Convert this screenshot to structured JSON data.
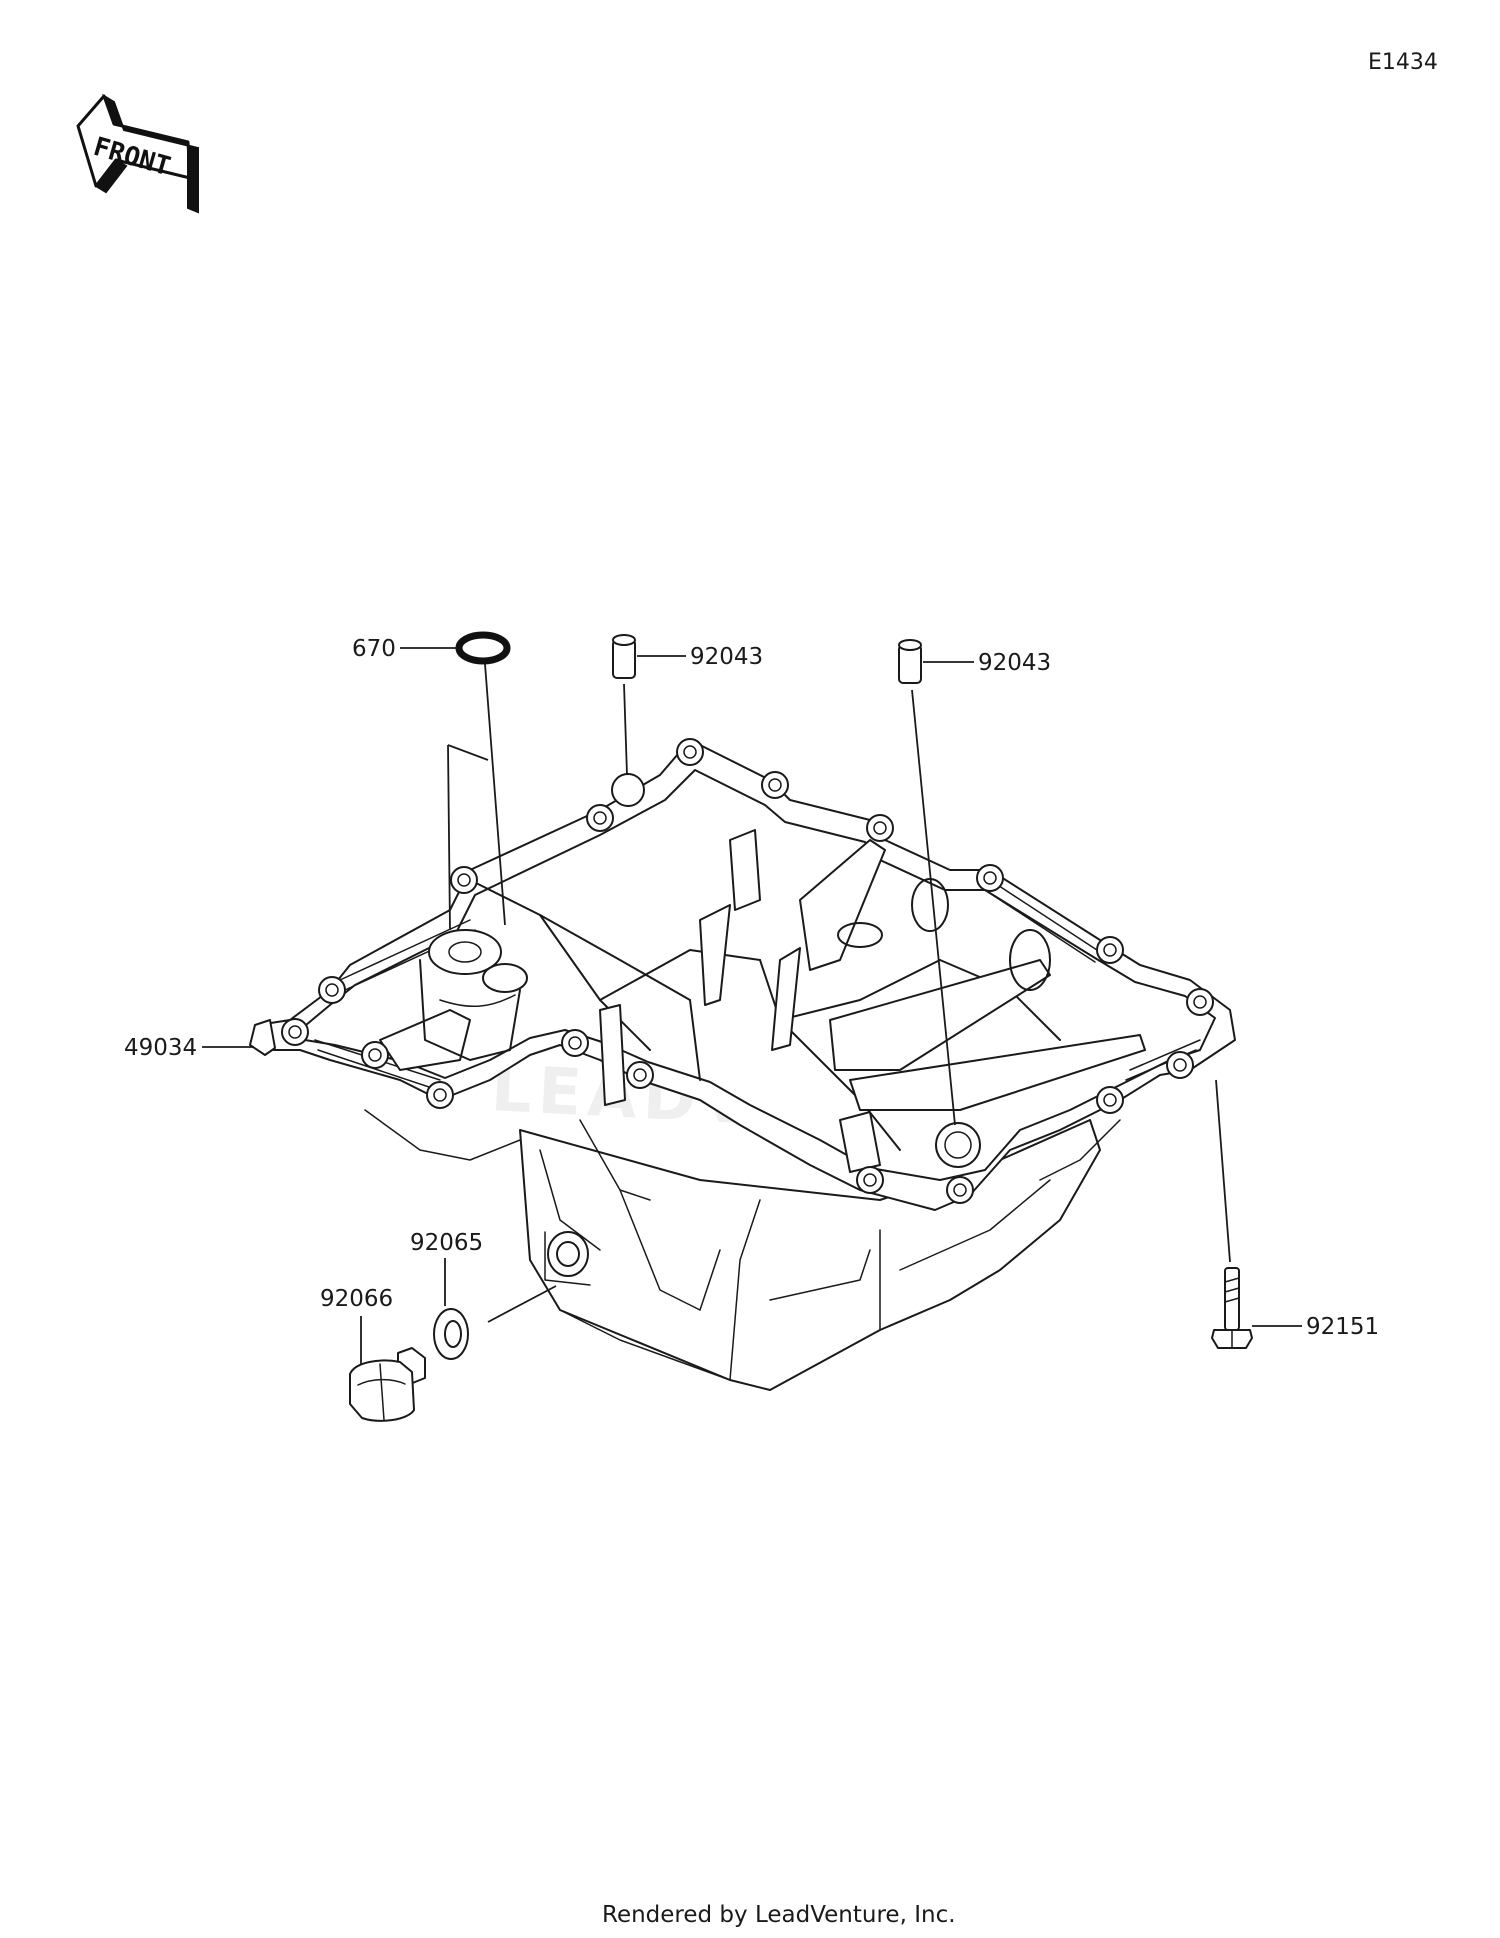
{
  "diagram_code": "E1434",
  "front_indicator": {
    "text": "FRONT",
    "icon": "front-arrow-icon"
  },
  "parts": {
    "oring": "670",
    "dowel_pin_left": "92043",
    "dowel_pin_right": "92043",
    "oil_pan": "49034",
    "washer": "92065",
    "drain_plug": "92066",
    "bolt": "92151"
  },
  "footer": "Rendered by LeadVenture, Inc.",
  "watermark": "LEADVENTURE"
}
